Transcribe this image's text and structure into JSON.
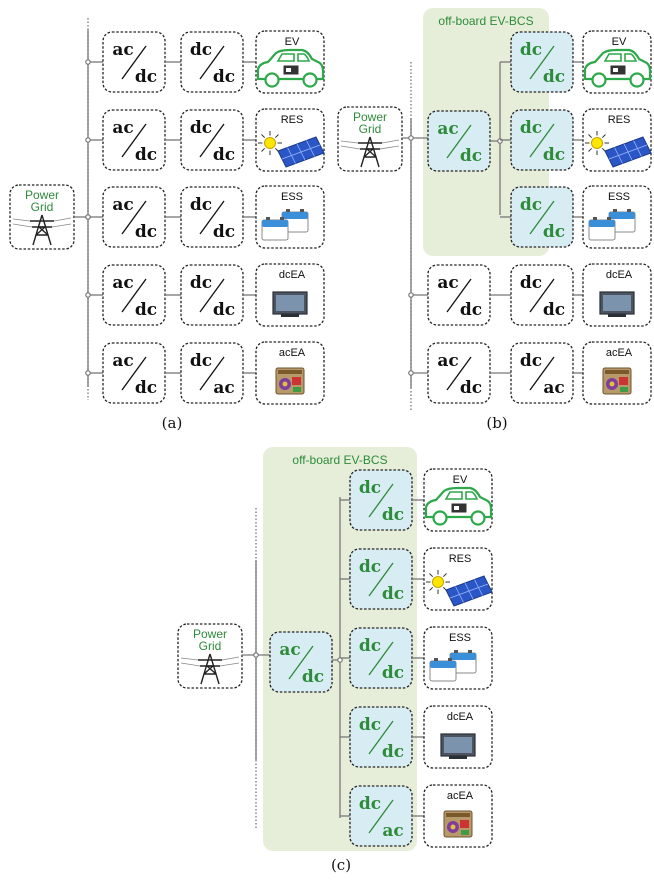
{
  "colors": {
    "region_fill": "#e6eed9",
    "converter_fill_highlight": "#d8ecf3",
    "green_text": "#2e8b3a",
    "line": "#777777",
    "box_border": "#222222"
  },
  "labels": {
    "power_grid": [
      "Power",
      "Grid"
    ],
    "region_title": "off-board EV-BCS",
    "conv_ac_dc": [
      "ac",
      "dc"
    ],
    "conv_dc_dc": [
      "dc",
      "dc"
    ],
    "conv_dc_ac": [
      "dc",
      "ac"
    ]
  },
  "loads": [
    {
      "label": "EV",
      "icon": "ev-car-icon"
    },
    {
      "label": "RES",
      "icon": "solar-panel-icon"
    },
    {
      "label": "ESS",
      "icon": "battery-icon"
    },
    {
      "label": "dcEA",
      "icon": "monitor-icon"
    },
    {
      "label": "acEA",
      "icon": "appliance-icon"
    }
  ],
  "captions": {
    "a": "(a)",
    "b": "(b)",
    "c": "(c)"
  }
}
